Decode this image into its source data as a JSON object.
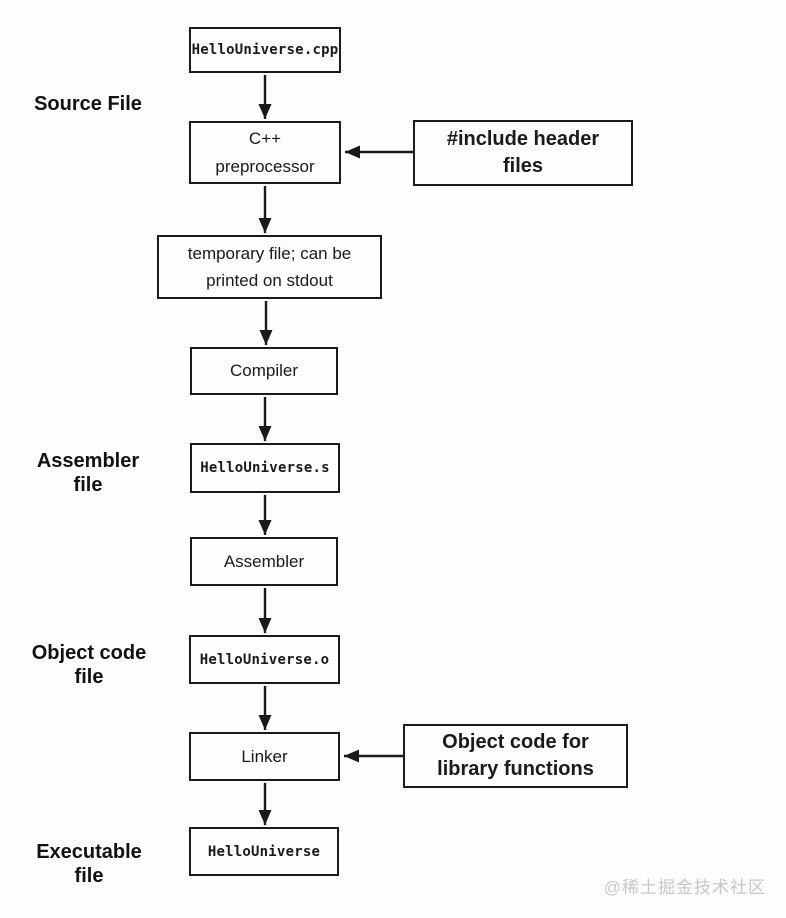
{
  "diagram": {
    "nodes": {
      "source_cpp": {
        "label": "HelloUniverse.cpp"
      },
      "preprocessor": {
        "label": "C++\npreprocessor"
      },
      "include_headers": {
        "label": "#include header\nfiles"
      },
      "temp_file": {
        "label": "temporary file; can be\nprinted on stdout"
      },
      "compiler": {
        "label": "Compiler"
      },
      "assembly_s": {
        "label": "HelloUniverse.s"
      },
      "assembler": {
        "label": "Assembler"
      },
      "object_o": {
        "label": "HelloUniverse.o"
      },
      "linker": {
        "label": "Linker"
      },
      "object_code_lib": {
        "label": "Object code for\nlibrary functions"
      },
      "executable": {
        "label": "HelloUniverse"
      }
    },
    "side_labels": {
      "source_file": "Source File",
      "assembler_file": "Assembler\nfile",
      "object_code_file": "Object code\nfile",
      "executable_file": "Executable\nfile"
    },
    "edges": [
      {
        "from": "HelloUniverse.cpp",
        "to": "C++ preprocessor"
      },
      {
        "from": "#include header files",
        "to": "C++ preprocessor"
      },
      {
        "from": "C++ preprocessor",
        "to": "temporary file; can be printed on stdout"
      },
      {
        "from": "temporary file; can be printed on stdout",
        "to": "Compiler"
      },
      {
        "from": "Compiler",
        "to": "HelloUniverse.s"
      },
      {
        "from": "HelloUniverse.s",
        "to": "Assembler"
      },
      {
        "from": "Assembler",
        "to": "HelloUniverse.o"
      },
      {
        "from": "HelloUniverse.o",
        "to": "Linker"
      },
      {
        "from": "Object code for library functions",
        "to": "Linker"
      },
      {
        "from": "Linker",
        "to": "HelloUniverse"
      }
    ],
    "watermark": "@稀土掘金技术社区",
    "colors": {
      "line": "#1a1a1a",
      "background": "#fdfdfd",
      "watermark_text": "#c8c8c8"
    }
  }
}
